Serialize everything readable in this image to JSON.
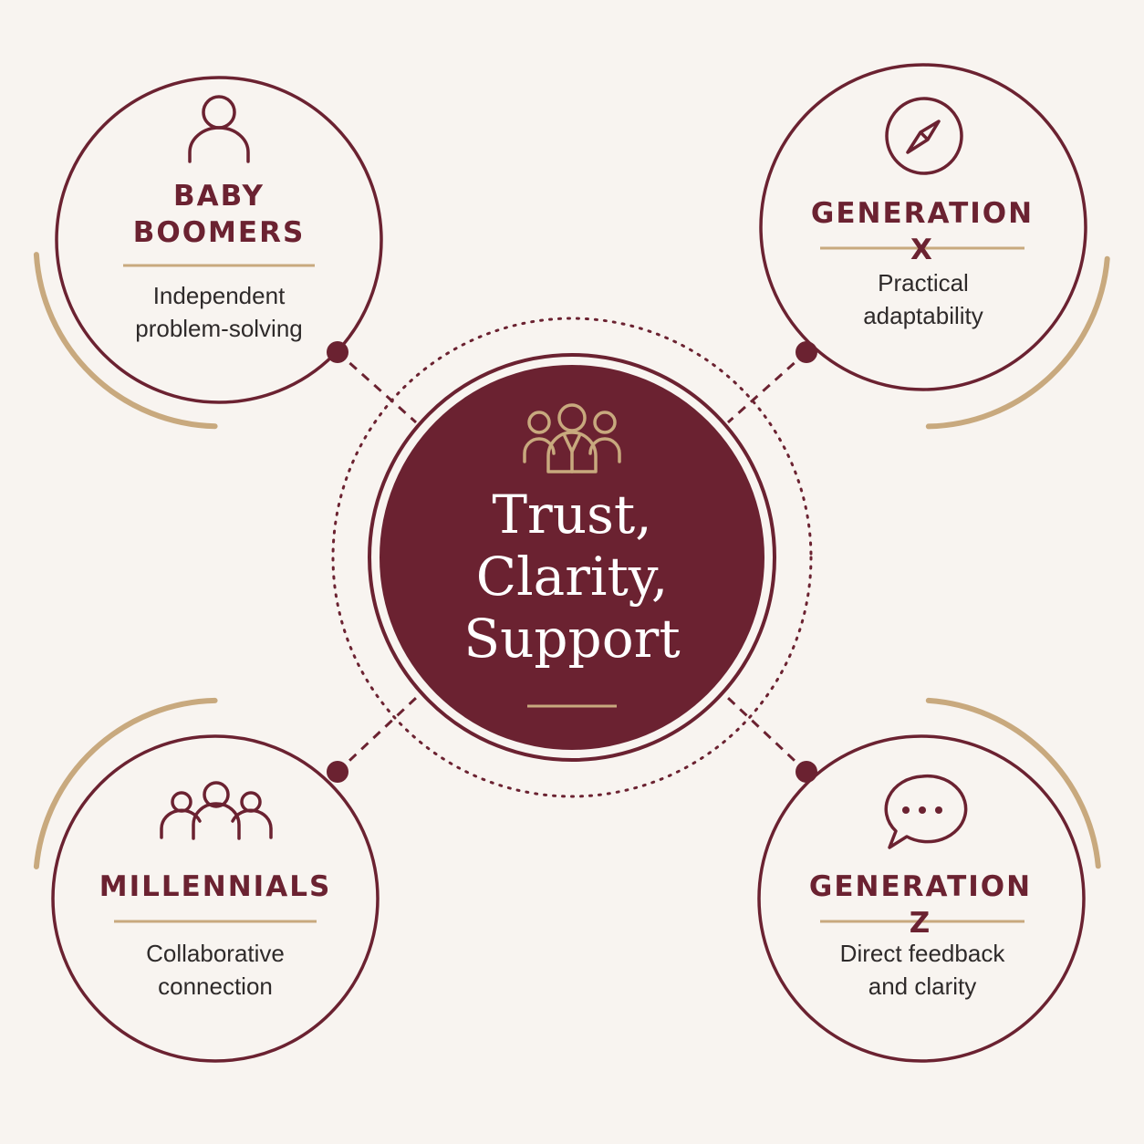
{
  "colors": {
    "background": "#f8f4f0",
    "maroon": "#6b2231",
    "gold": "#c8a97e",
    "text": "#2e2a2a",
    "white": "#ffffff"
  },
  "center": {
    "icon": "team-icon",
    "title_lines": [
      "Trust,",
      "Clarity,",
      "Support"
    ]
  },
  "nodes": {
    "baby_boomers": {
      "icon": "person-icon",
      "title_lines": [
        "BABY",
        "BOOMERS"
      ],
      "desc_lines": [
        "Independent",
        "problem-solving"
      ]
    },
    "generation_x": {
      "icon": "compass-icon",
      "title_lines": [
        "GENERATION X"
      ],
      "desc_lines": [
        "Practical",
        "adaptability"
      ]
    },
    "millennials": {
      "icon": "group-icon",
      "title_lines": [
        "MILLENNIALS"
      ],
      "desc_lines": [
        "Collaborative",
        "connection"
      ]
    },
    "generation_z": {
      "icon": "chat-bubble-icon",
      "title_lines": [
        "GENERATION Z"
      ],
      "desc_lines": [
        "Direct feedback",
        "and clarity"
      ]
    }
  }
}
